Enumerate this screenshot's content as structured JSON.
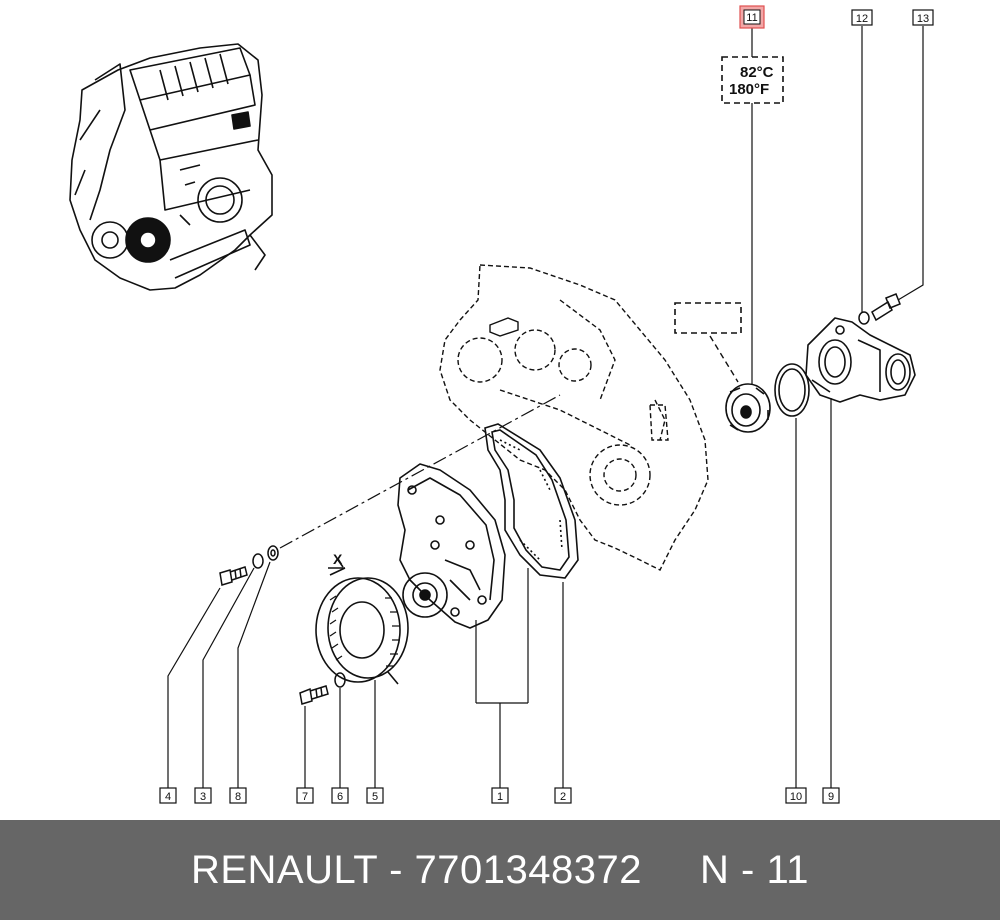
{
  "diagram": {
    "callouts": [
      "1",
      "2",
      "3",
      "4",
      "5",
      "6",
      "7",
      "8",
      "9",
      "10",
      "11",
      "12",
      "13"
    ],
    "highlighted_callout": "11",
    "temperature_label": [
      "82°C",
      "180°F"
    ],
    "detail_mark": "X",
    "colors": {
      "line": "#111111",
      "highlight_fill": "#f2a7a7",
      "highlight_stroke": "#e05050"
    }
  },
  "footer": {
    "text": "RENAULT - 7701348372     N - 11",
    "background": "#666666",
    "color": "#ffffff"
  }
}
